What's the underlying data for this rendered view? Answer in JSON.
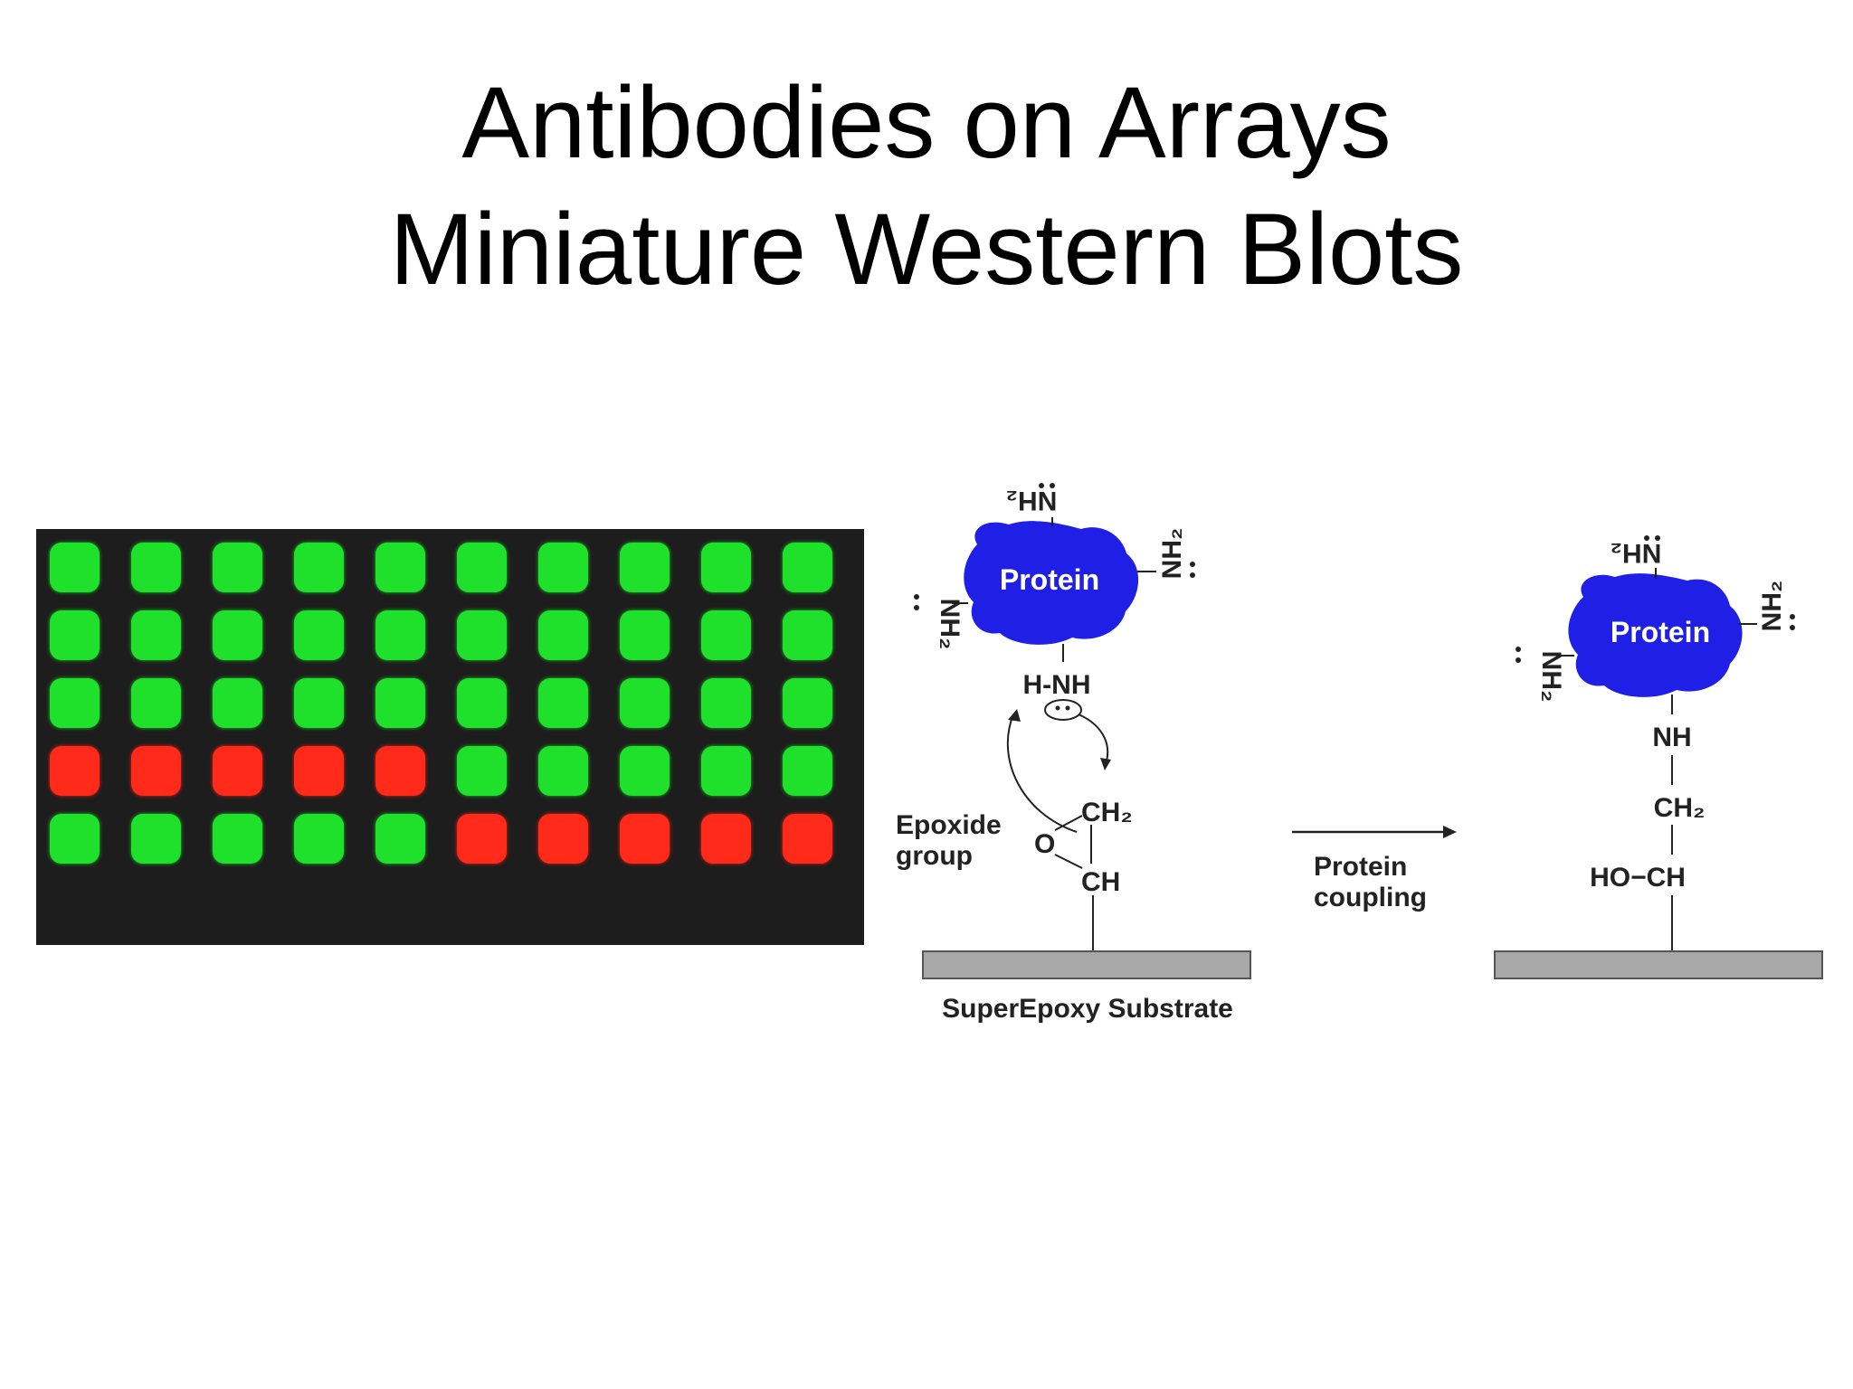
{
  "slide": {
    "title_line1": "Antibodies on Arrays",
    "title_line2": "Miniature Western Blots"
  },
  "array": {
    "rows": [
      [
        "green",
        "green",
        "green",
        "green",
        "green",
        "green",
        "green",
        "green",
        "green",
        "green"
      ],
      [
        "green",
        "green",
        "green",
        "green",
        "green",
        "green",
        "green",
        "green",
        "green",
        "green"
      ],
      [
        "green",
        "green",
        "green",
        "green",
        "green",
        "green",
        "green",
        "green",
        "green",
        "green"
      ],
      [
        "red",
        "red",
        "red",
        "red",
        "red",
        "green",
        "green",
        "green",
        "green",
        "green"
      ],
      [
        "green",
        "green",
        "green",
        "green",
        "green",
        "red",
        "red",
        "red",
        "red",
        "red"
      ]
    ],
    "colors": {
      "green": "#1fe12c",
      "red": "#ff2a1a",
      "background": "#1d1d1d"
    }
  },
  "diagram": {
    "left": {
      "protein_label": "Protein",
      "amine_top": "NH₂",
      "amine_left": "NH₂",
      "amine_right": "NH₂",
      "hnh_label": "H-NH",
      "ch2_label": "CH₂",
      "o_label": "O",
      "ch_label": "CH",
      "epoxide_line1": "Epoxide",
      "epoxide_line2": "group",
      "substrate_label": "SuperEpoxy Substrate"
    },
    "arrow": {
      "line1": "Protein",
      "line2": "coupling"
    },
    "right": {
      "protein_label": "Protein",
      "amine_top": "NH₂",
      "amine_left": "NH₂",
      "amine_right": "NH₂",
      "nh_label": "NH",
      "ch2_label": "CH₂",
      "hoch_label": "HO−CH"
    },
    "colors": {
      "protein": "#1f1fe6",
      "substrate": "#a8a8a8"
    }
  }
}
